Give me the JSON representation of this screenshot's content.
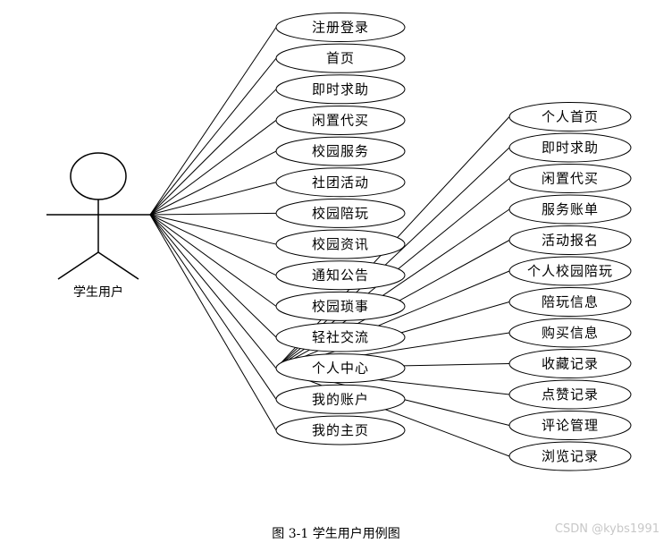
{
  "actor": {
    "label": "学生用户"
  },
  "left_use_cases": [
    "注册登录",
    "首页",
    "即时求助",
    "闲置代买",
    "校园服务",
    "社团活动",
    "校园陪玩",
    "校园资讯",
    "通知公告",
    "校园琐事",
    "轻社交流",
    "个人中心",
    "我的账户",
    "我的主页"
  ],
  "right_use_cases": [
    "个人首页",
    "即时求助",
    "闲置代买",
    "服务账单",
    "活动报名",
    "个人校园陪玩",
    "陪玩信息",
    "购买信息",
    "收藏记录",
    "点赞记录",
    "评论管理",
    "浏览记录"
  ],
  "caption": "图 3-1 学生用户用例图",
  "watermark": "CSDN @kybs1991"
}
